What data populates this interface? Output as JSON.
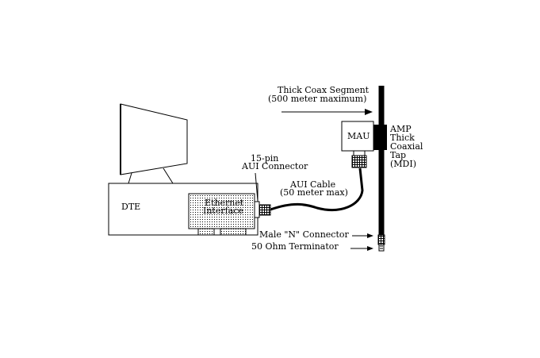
{
  "labels": {
    "thick_coax_line1": "Thick Coax Segment",
    "thick_coax_line2": "(500 meter maximum)",
    "mau": "MAU",
    "amp_line1": "AMP",
    "amp_line2": "Thick",
    "amp_line3": "Coaxial",
    "amp_line4": "Tap",
    "amp_line5": "(MDI)",
    "aui_connector_line1": "15-pin",
    "aui_connector_line2": "AUI Connector",
    "aui_cable_line1": "AUI Cable",
    "aui_cable_line2": "(50 meter max)",
    "dte": "DTE",
    "ethernet_line1": "Ethernet",
    "ethernet_line2": "Interface",
    "male_n_connector": "Male \"N\" Connector",
    "terminator": "50 Ohm Terminator"
  }
}
